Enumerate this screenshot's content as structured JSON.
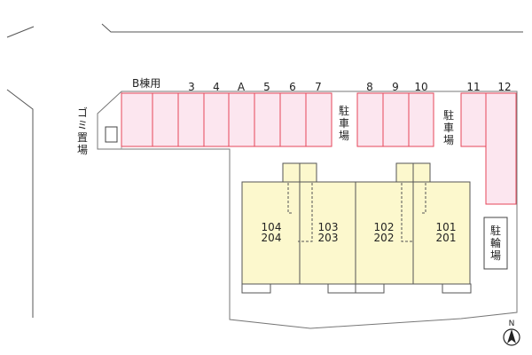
{
  "colors": {
    "parking": "#fce6ef",
    "parking_border": "#e6465a",
    "building": "#fcf8cd",
    "lot_outline": "#777777"
  },
  "parking": {
    "b_block_label": "B棟用",
    "spaces": [
      "3",
      "4",
      "A",
      "5",
      "6",
      "7",
      "8",
      "9",
      "10",
      "11",
      "12"
    ]
  },
  "labels": {
    "garbage": "ゴミ置場",
    "parking_lot_1": "駐車場",
    "parking_lot_2": "駐車場",
    "bicycle_parking": "駐輪場",
    "north": "N"
  },
  "units": [
    {
      "ground": "104",
      "upper": "204"
    },
    {
      "ground": "103",
      "upper": "203"
    },
    {
      "ground": "102",
      "upper": "202"
    },
    {
      "ground": "101",
      "upper": "201"
    }
  ],
  "icons": {
    "compass": "north-arrow-icon"
  }
}
